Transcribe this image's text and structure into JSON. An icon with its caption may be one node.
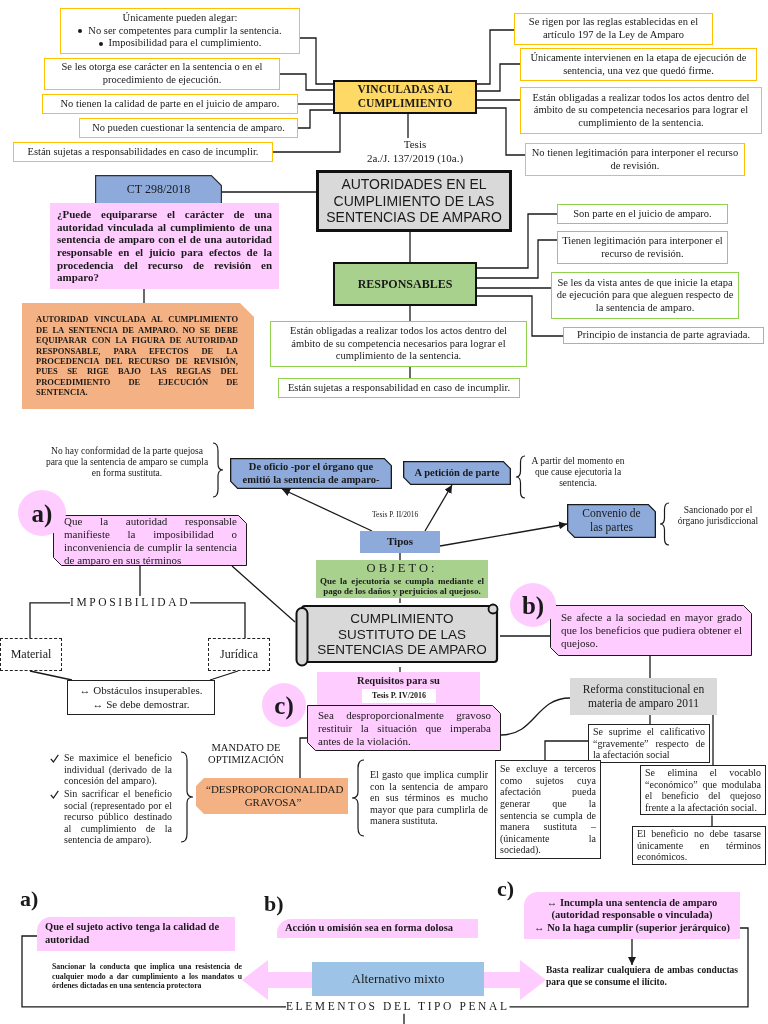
{
  "diagram": {
    "nodes": [
      {
        "text": [
          "VINCULADAS AL CUMPLIMIENTO"
        ]
      },
      {
        "text": [
          "Únicamente pueden alegar:",
          "No ser competentes para cumplir la sentencia.",
          "Imposibilidad para el cumplimiento."
        ]
      },
      {
        "text": [
          "Se les otorga ese carácter en la sentencia o en el procedimiento de ejecución."
        ]
      },
      {
        "text": [
          "No tienen la calidad de parte en el juicio de amparo."
        ]
      },
      {
        "text": [
          "No pueden cuestionar la sentencia de amparo."
        ]
      },
      {
        "text": [
          "Están sujetas a responsabilidades en caso de incumplir."
        ]
      },
      {
        "text": [
          "Se rigen por las reglas establecidas en el artículo 197 de la Ley de Amparo"
        ]
      },
      {
        "text": [
          "Únicamente intervienen en la etapa de ejecución de sentencia, una vez que quedó firme."
        ]
      },
      {
        "text": [
          "Están obligadas a realizar todos los actos dentro del ámbito de su competencia necesarios para lograr el cumplimiento de la sentencia."
        ]
      },
      {
        "text": [
          "No tienen legitimación para interponer el recurso de revisión."
        ]
      },
      {
        "text": [
          "Tesis",
          "2a./J. 137/2019 (10a.)"
        ]
      },
      {
        "text": [
          "AUTORIDADES EN EL CUMPLIMIENTO DE LAS SENTENCIAS DE AMPARO"
        ]
      },
      {
        "text": [
          "CT 298/2018"
        ]
      },
      {
        "text": [
          "¿Puede equipararse el carácter de una autoridad vinculada al cumplimiento de una sentencia de amparo con el de una autoridad responsable en el juicio para efectos de la procedencia del recurso de revisión en amparo?"
        ]
      },
      {
        "text": [
          "AUTORIDAD VINCULADA AL CUMPLIMIENTO DE LA SENTENCIA DE AMPARO. NO SE DEBE EQUIPARAR CON LA FIGURA DE AUTORIDAD RESPONSABLE, PARA EFECTOS DE LA PROCEDENCIA DEL RECURSO DE REVISIÓN, PUES SE RIGE BAJO LAS REGLAS DEL PROCEDIMIENTO DE EJECUCIÓN DE SENTENCIA."
        ]
      },
      {
        "text": [
          "RESPONSABLES"
        ]
      },
      {
        "text": [
          "Son parte en el juicio de amparo."
        ]
      },
      {
        "text": [
          "Tienen legitimación para interponer el recurso de revisión."
        ]
      },
      {
        "text": [
          "Se les da vista antes de que inicie la etapa de ejecución para que aleguen respecto de la sentencia de amparo."
        ]
      },
      {
        "text": [
          "Principio de instancia de parte agraviada."
        ]
      },
      {
        "text": [
          "Están obligadas a realizar todos los actos dentro del ámbito de su competencia necesarios para lograr el cumplimiento de la sentencia."
        ]
      },
      {
        "text": [
          "Están sujetas a responsabilidad en caso de incumplir."
        ]
      },
      {
        "text": [
          "Tipos"
        ],
        "beside": [
          "Tesis P. II/2016"
        ]
      },
      {
        "text": [
          "De oficio -por el órgano que emitió la sentencia de amparo-"
        ]
      },
      {
        "text": [
          "A petición de parte"
        ],
        "beside": [
          "A partir del momento en que cause ejecutoria la sentencia."
        ]
      },
      {
        "text": [
          "Convenio de las partes"
        ],
        "beside": [
          "Sancionado por el órgano jurisdiccional"
        ]
      },
      {
        "text": [
          "OBJETO:",
          "Que la ejecutoria se cumpla mediante el pago de los daños y perjuicios al quejoso."
        ]
      },
      {
        "text": [
          "CUMPLIMIENTO SUSTITUTO DE LAS SENTENCIAS DE AMPARO"
        ]
      },
      {
        "text": [
          "a)"
        ]
      },
      {
        "text": [
          "Que la autoridad responsable manifieste la imposibilidad o inconveniencia de cumplir la sentencia de amparo en sus términos"
        ]
      },
      {
        "text": [
          "IMPOSIBILIDAD"
        ]
      },
      {
        "text": [
          "Material"
        ]
      },
      {
        "text": [
          "Jurídica"
        ]
      },
      {
        "text": [
          "↔ Obstáculos insuperables.",
          "↔ Se debe demostrar."
        ]
      },
      {
        "text": [
          "b)"
        ]
      },
      {
        "text": [
          "Se afecte a la sociedad en mayor grado que los beneficios que pudiera obtener el quejoso."
        ]
      },
      {
        "text": [
          "Reforma constitucional en materia de amparo 2011"
        ]
      },
      {
        "text": [
          "Se suprime el calificativo “gravemente” respecto de la afectación social"
        ]
      },
      {
        "text": [
          "Se excluye a terceros como sujetos cuya afectación pueda generar que la sentencia se cumpla de manera sustituta – (únicamente la sociedad)."
        ]
      },
      {
        "text": [
          "Se elimina el vocablo “económico” que modulaba el beneficio del quejoso frente a la afectación social."
        ]
      },
      {
        "text": [
          "El beneficio no debe tasarse únicamente en términos económicos."
        ]
      },
      {
        "text": [
          "c)"
        ]
      },
      {
        "text": [
          "Requisitos para su"
        ]
      },
      {
        "text": [
          "Tesis P. IV/2016"
        ],
        "in": 42
      },
      {
        "text": [
          "Sea desproporcionalmente gravoso restituir la situación que imperaba antes de la violación."
        ]
      },
      {
        "text": [
          "“DESPROPORCIONALIDAD GRAVOSA”"
        ],
        "beside": [
          "MANDATO DE OPTIMIZACIÓN",
          "Se maximice el beneficio individual (derivado de la concesión del amparo).",
          "Sin sacrificar el beneficio social (representado por el recurso público destinado al cumplimiento de la sentencia de amparo)."
        ]
      },
      {
        "text": [
          "Que el sujeto activo tenga la calidad de autoridad"
        ],
        "beside": [
          "a)"
        ]
      },
      {
        "text": [
          "Acción u omisión sea en forma dolosa"
        ],
        "beside": [
          "b)"
        ]
      },
      {
        "text": [
          "↔ Incumpla una sentencia de amparo (autoridad responsable o vinculada)",
          "↔ No la haga cumplir (superior jerárquico)"
        ],
        "beside": [
          "c)"
        ]
      },
      {
        "text": [
          "Alternativo mixto"
        ]
      },
      {
        "text": [
          "Sancionar la conducta que implica una resistencia de cualquier modo a dar cumplimiento a los mandatos u órdenes dictadas en una sentencia protectora"
        ]
      },
      {
        "text": [
          "Basta realizar cualquiera de ambas conductas para que se consume el ilícito."
        ]
      },
      {
        "text": [
          "ELEMENTOS DEL TIPO PENAL"
        ]
      }
    ],
    "edges": [
      {
        "from": 0,
        "to": 1,
        "arrow": "none"
      },
      {
        "from": 0,
        "to": 2,
        "arrow": "none"
      },
      {
        "from": 0,
        "to": 3,
        "arrow": "none"
      },
      {
        "from": 0,
        "to": 4,
        "arrow": "none"
      },
      {
        "from": 0,
        "to": 5,
        "arrow": "none"
      },
      {
        "from": 0,
        "to": 6,
        "arrow": "none"
      },
      {
        "from": 0,
        "to": 7,
        "arrow": "none"
      },
      {
        "from": 0,
        "to": 8,
        "arrow": "none"
      },
      {
        "from": 0,
        "to": 9,
        "arrow": "none"
      },
      {
        "from": 0,
        "to": 10,
        "arrow": "none"
      },
      {
        "from": 12,
        "to": 11,
        "arrow": "none"
      },
      {
        "from": 13,
        "to": 14,
        "arrow": "none"
      },
      {
        "from": 11,
        "to": 15,
        "arrow": "none"
      },
      {
        "from": 15,
        "to": 16,
        "arrow": "none"
      },
      {
        "from": 15,
        "to": 17,
        "arrow": "none"
      },
      {
        "from": 15,
        "to": 18,
        "arrow": "none"
      },
      {
        "from": 15,
        "to": 19,
        "arrow": "none"
      },
      {
        "from": 15,
        "to": 20,
        "arrow": "none"
      },
      {
        "from": 20,
        "to": 21,
        "arrow": "none"
      },
      {
        "from": 22,
        "to": 23,
        "arrow": "to"
      },
      {
        "from": 22,
        "to": 24,
        "arrow": "to"
      },
      {
        "from": 22,
        "to": 25,
        "arrow": "to"
      },
      {
        "from": 22,
        "to": 26,
        "arrow": "none"
      },
      {
        "from": 26,
        "to": 27,
        "arrow": "none"
      },
      {
        "from": 27,
        "to": 29,
        "arrow": "none"
      },
      {
        "from": 29,
        "to": 30,
        "arrow": "none"
      },
      {
        "from": 30,
        "to": 31,
        "arrow": "none"
      },
      {
        "from": 30,
        "to": 32,
        "arrow": "none"
      },
      {
        "from": 31,
        "to": 33,
        "arrow": "none"
      },
      {
        "from": 32,
        "to": 33,
        "arrow": "none"
      },
      {
        "from": 27,
        "to": 35,
        "arrow": "none"
      },
      {
        "from": 35,
        "to": 36,
        "arrow": "none"
      },
      {
        "from": 36,
        "to": 37,
        "arrow": "none"
      },
      {
        "from": 37,
        "to": 38,
        "arrow": "none"
      },
      {
        "from": 36,
        "to": 39,
        "arrow": "none"
      },
      {
        "from": 39,
        "to": 40,
        "arrow": "none"
      },
      {
        "from": 27,
        "to": 42,
        "arrow": "none"
      },
      {
        "from": 44,
        "to": 36,
        "arrow": "none"
      },
      {
        "from": 44,
        "to": 45,
        "arrow": "none"
      },
      {
        "from": 52,
        "to": 46,
        "arrow": "none"
      },
      {
        "from": 52,
        "to": 48,
        "arrow": "none"
      },
      {
        "from": 48,
        "to": 51,
        "arrow": "to"
      },
      {
        "from": 49,
        "to": 50,
        "arrow": "to",
        "style": "thick",
        "color": "#ffccff"
      },
      {
        "from": 49,
        "to": 51,
        "arrow": "to",
        "style": "thick",
        "color": "#ffccff"
      },
      {
        "from": 52,
        "to": null,
        "arrow": "none"
      }
    ],
    "labels": [
      "No hay conformidad de la parte quejosa para que la sentencia de amparo se cumpla en forma sustituta.",
      "El gasto que implica cumplir con la sentencia de amparo en sus términos es mucho mayor que para cumplirla de manera sustituta."
    ]
  }
}
